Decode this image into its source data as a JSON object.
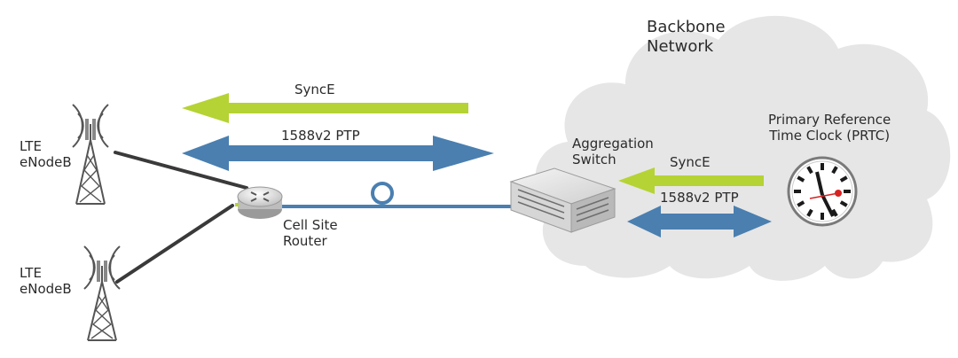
{
  "cloud": {
    "title": [
      "Backbone",
      "Network"
    ]
  },
  "arrows": {
    "synce_top": "SyncE",
    "ptp_top": "1588v2 PTP",
    "synce_right": "SyncE",
    "ptp_right": "1588v2 PTP"
  },
  "nodes": {
    "enodeb_1": [
      "LTE",
      "eNodeB"
    ],
    "enodeb_2": [
      "LTE",
      "eNodeB"
    ],
    "router": [
      "Cell Site",
      "Router"
    ],
    "aggregation_switch": [
      "Aggregation",
      "Switch"
    ],
    "prtc": [
      "Primary Reference",
      "Time Clock (PRTC)"
    ]
  },
  "colors": {
    "synce": "#b5d334",
    "ptp": "#4a7fb0",
    "cloud": "#e6e6e6",
    "link": "#4a7fb0",
    "clock_second_hand": "#d82222"
  },
  "icons": {
    "tower": "cell-tower-icon",
    "router": "router-icon",
    "switch": "network-switch-icon",
    "clock": "wall-clock-icon",
    "cloud": "cloud-icon"
  }
}
